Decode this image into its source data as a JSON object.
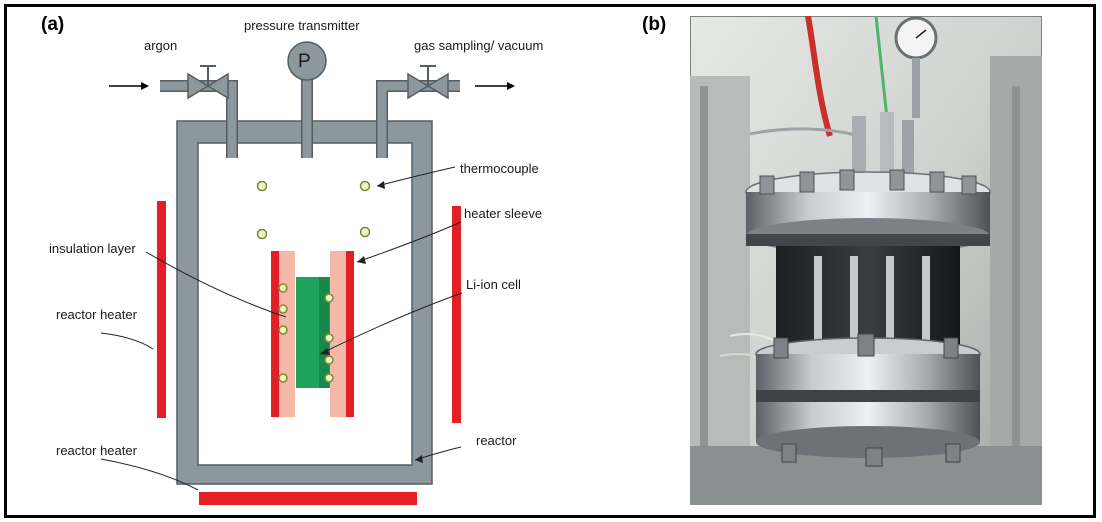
{
  "panels": {
    "a": {
      "letter": "(a)",
      "labels": {
        "argon": "argon",
        "pressure_transmitter": "pressure transmitter",
        "pressure_symbol": "P",
        "gas_sampling": "gas sampling/ vacuum",
        "thermocouple": "thermocouple",
        "heater_sleeve": "heater sleeve",
        "insulation_layer": "insulation layer",
        "li_ion_cell": "Li-ion cell",
        "reactor_heater_side": "reactor heater",
        "reactor_heater_bottom": "reactor heater",
        "reactor": "reactor"
      }
    },
    "b": {
      "letter": "(b)"
    }
  },
  "colors": {
    "reactor_wall": "#8c979e",
    "heater": "#e31e24",
    "insulation": "#f5b8a8",
    "cell": "#1fa35c",
    "thermocouple_fill": "#f2f2c0",
    "thermocouple_stroke": "#7a8a3a"
  }
}
